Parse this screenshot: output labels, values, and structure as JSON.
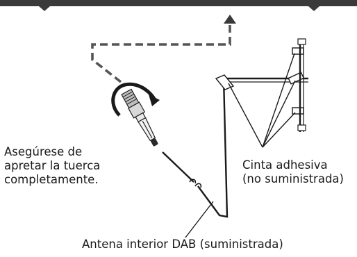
{
  "labels": {
    "nut_line1": "Asegúrese de",
    "nut_line2": "apretar la tuerca",
    "nut_line3": "completamente.",
    "tape_line1": "Cinta adhesiva",
    "tape_line2": "(no suministrada)",
    "antenna": "Antena interior DAB (suministrada)"
  },
  "colors": {
    "device": "#3a3a3a",
    "line": "#1a1a1a",
    "dashed": "#555555",
    "background": "#ffffff"
  },
  "icons": {
    "connect_direction": "arrow-up-icon",
    "tighten_direction": "rotate-clockwise-icon"
  }
}
